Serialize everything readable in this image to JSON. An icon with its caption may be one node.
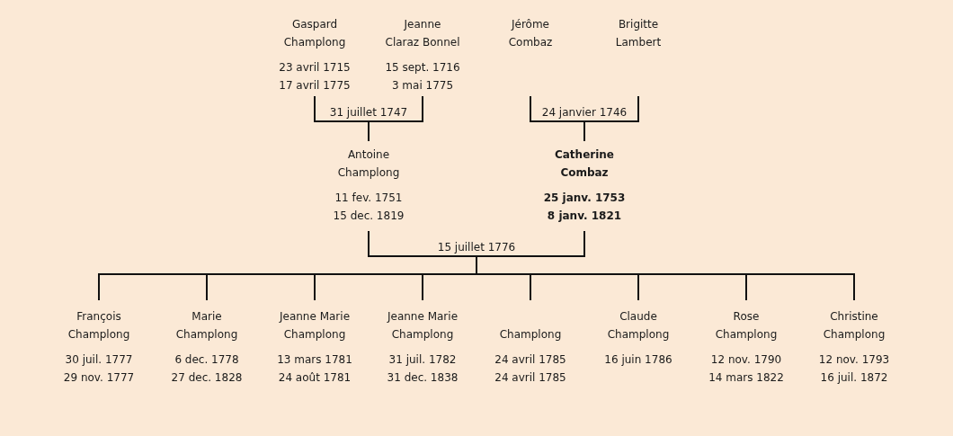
{
  "diagram": {
    "nodes": [
      {
        "text": [
          "Gaspard Champlong",
          "23 avril 1715",
          "17 avril 1775"
        ]
      },
      {
        "text": [
          "Jeanne Claraz Bonnel",
          "15 sept. 1716",
          "3 mai 1775"
        ]
      },
      {
        "text": [
          "Jérôme Combaz"
        ]
      },
      {
        "text": [
          "Brigitte Lambert"
        ]
      },
      {
        "text": [
          "Antoine Champlong",
          "11 fev. 1751",
          "15 dec. 1819"
        ]
      },
      {
        "text": [
          "Catherine Combaz",
          "25 janv. 1753",
          "8 janv. 1821"
        ]
      },
      {
        "text": [
          "François Champlong",
          "30 juil. 1777",
          "29 nov. 1777"
        ]
      },
      {
        "text": [
          "Marie Champlong",
          "6 dec. 1778",
          "27 dec. 1828"
        ]
      },
      {
        "text": [
          "Jeanne Marie Champlong",
          "13 mars 1781",
          "24 août 1781"
        ]
      },
      {
        "text": [
          "Jeanne Marie Champlong",
          "31 juil. 1782",
          "31 dec. 1838"
        ]
      },
      {
        "text": [
          "Champlong",
          "24 avril 1785",
          "24 avril 1785"
        ]
      },
      {
        "text": [
          "Claude Champlong",
          "16 juin 1786"
        ]
      },
      {
        "text": [
          "Rose Champlong",
          "12 nov. 1790",
          "14 mars 1822"
        ]
      },
      {
        "text": [
          "Christine Champlong",
          "12 nov. 1793",
          "16 juil. 1872"
        ]
      }
    ],
    "edges": [
      {
        "from": 0,
        "to": 1,
        "arrow": "none",
        "label": "31 juillet 1747"
      },
      {
        "from": 2,
        "to": 3,
        "arrow": "none",
        "label": "24 janvier 1746"
      },
      {
        "from": 0,
        "to": 4,
        "arrow": "none"
      },
      {
        "from": 1,
        "to": 4,
        "arrow": "none"
      },
      {
        "from": 2,
        "to": 5,
        "arrow": "none"
      },
      {
        "from": 3,
        "to": 5,
        "arrow": "none"
      },
      {
        "from": 4,
        "to": 5,
        "arrow": "none",
        "label": "15 juillet 1776"
      },
      {
        "from": 4,
        "to": 6,
        "arrow": "none"
      },
      {
        "from": 4,
        "to": 7,
        "arrow": "none"
      },
      {
        "from": 4,
        "to": 8,
        "arrow": "none"
      },
      {
        "from": 4,
        "to": 9,
        "arrow": "none"
      },
      {
        "from": 4,
        "to": 10,
        "arrow": "none"
      },
      {
        "from": 4,
        "to": 11,
        "arrow": "none"
      },
      {
        "from": 4,
        "to": 12,
        "arrow": "none"
      },
      {
        "from": 4,
        "to": 13,
        "arrow": "none"
      },
      {
        "from": 5,
        "to": 6,
        "arrow": "none"
      },
      {
        "from": 5,
        "to": 7,
        "arrow": "none"
      },
      {
        "from": 5,
        "to": 8,
        "arrow": "none"
      },
      {
        "from": 5,
        "to": 9,
        "arrow": "none"
      },
      {
        "from": 5,
        "to": 10,
        "arrow": "none"
      },
      {
        "from": 5,
        "to": 11,
        "arrow": "none"
      },
      {
        "from": 5,
        "to": 12,
        "arrow": "none"
      },
      {
        "from": 5,
        "to": 13,
        "arrow": "none"
      }
    ]
  }
}
